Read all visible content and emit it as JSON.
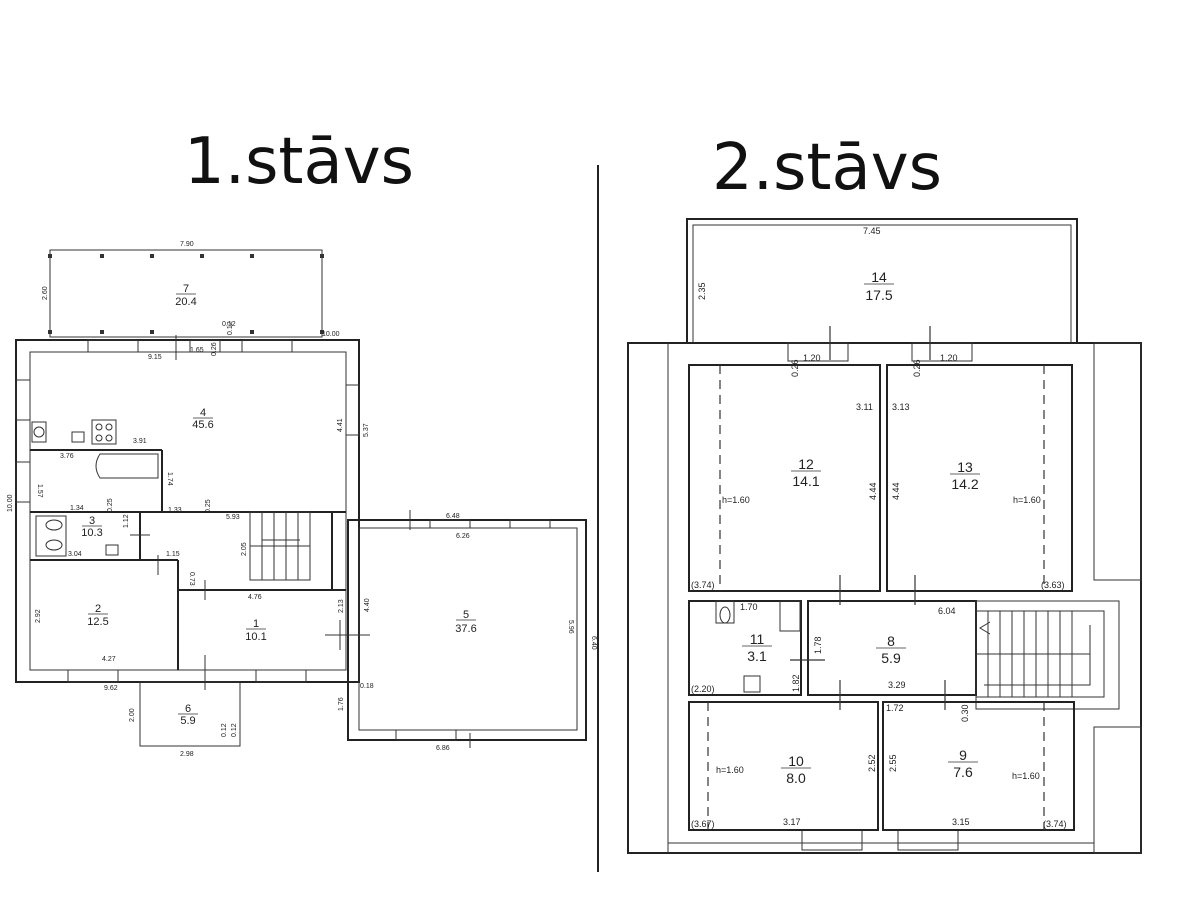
{
  "titles": {
    "floor1": "1.stāvs",
    "floor2": "2.stāvs"
  },
  "floor1": {
    "rooms": [
      {
        "num": "1",
        "area": "10.1"
      },
      {
        "num": "2",
        "area": "12.5"
      },
      {
        "num": "3",
        "area": "10.3"
      },
      {
        "num": "4",
        "area": "45.6"
      },
      {
        "num": "5",
        "area": "37.6"
      },
      {
        "num": "6",
        "area": "5.9"
      },
      {
        "num": "7",
        "area": "20.4"
      }
    ],
    "dims": [
      "7.90",
      "2.60",
      "0.12",
      "0.12",
      "10.00",
      "9.15",
      "1.65",
      "0.26",
      "4.41",
      "5.37",
      "3.91",
      "3.76",
      "1.57",
      "1.74",
      "1.34",
      "0.25",
      "1.33",
      "0.25",
      "5.93",
      "1.12",
      "10.00",
      "3.04",
      "1.15",
      "0.73",
      "2.05",
      "6.48",
      "6.26",
      "2.92",
      "4.76",
      "2.13",
      "4.40",
      "5.96",
      "6.40",
      "4.27",
      "9.62",
      "0.18",
      "1.76",
      "2.00",
      "0.12",
      "0.12",
      "2.98",
      "6.86"
    ]
  },
  "floor2": {
    "rooms": [
      {
        "num": "8",
        "area": "5.9"
      },
      {
        "num": "9",
        "area": "7.6"
      },
      {
        "num": "10",
        "area": "8.0"
      },
      {
        "num": "11",
        "area": "3.1"
      },
      {
        "num": "12",
        "area": "14.1"
      },
      {
        "num": "13",
        "area": "14.2"
      },
      {
        "num": "14",
        "area": "17.5"
      }
    ],
    "dims": [
      "7.45",
      "2.35",
      "0.26",
      "1.20",
      "0.26",
      "1.20",
      "3.11",
      "3.13",
      "4.44",
      "4.44",
      "1.70",
      "1.78",
      "6.04",
      "1.82",
      "3.29",
      "1.72",
      "0.30",
      "2.52",
      "2.55",
      "3.17",
      "3.15"
    ],
    "heights": [
      "h=1.60",
      "h=1.60",
      "h=1.60",
      "h=1.60"
    ],
    "eaves": [
      "(3.74)",
      "(3.63)",
      "(2.20)",
      "(3.67)",
      "(3.74)"
    ]
  }
}
